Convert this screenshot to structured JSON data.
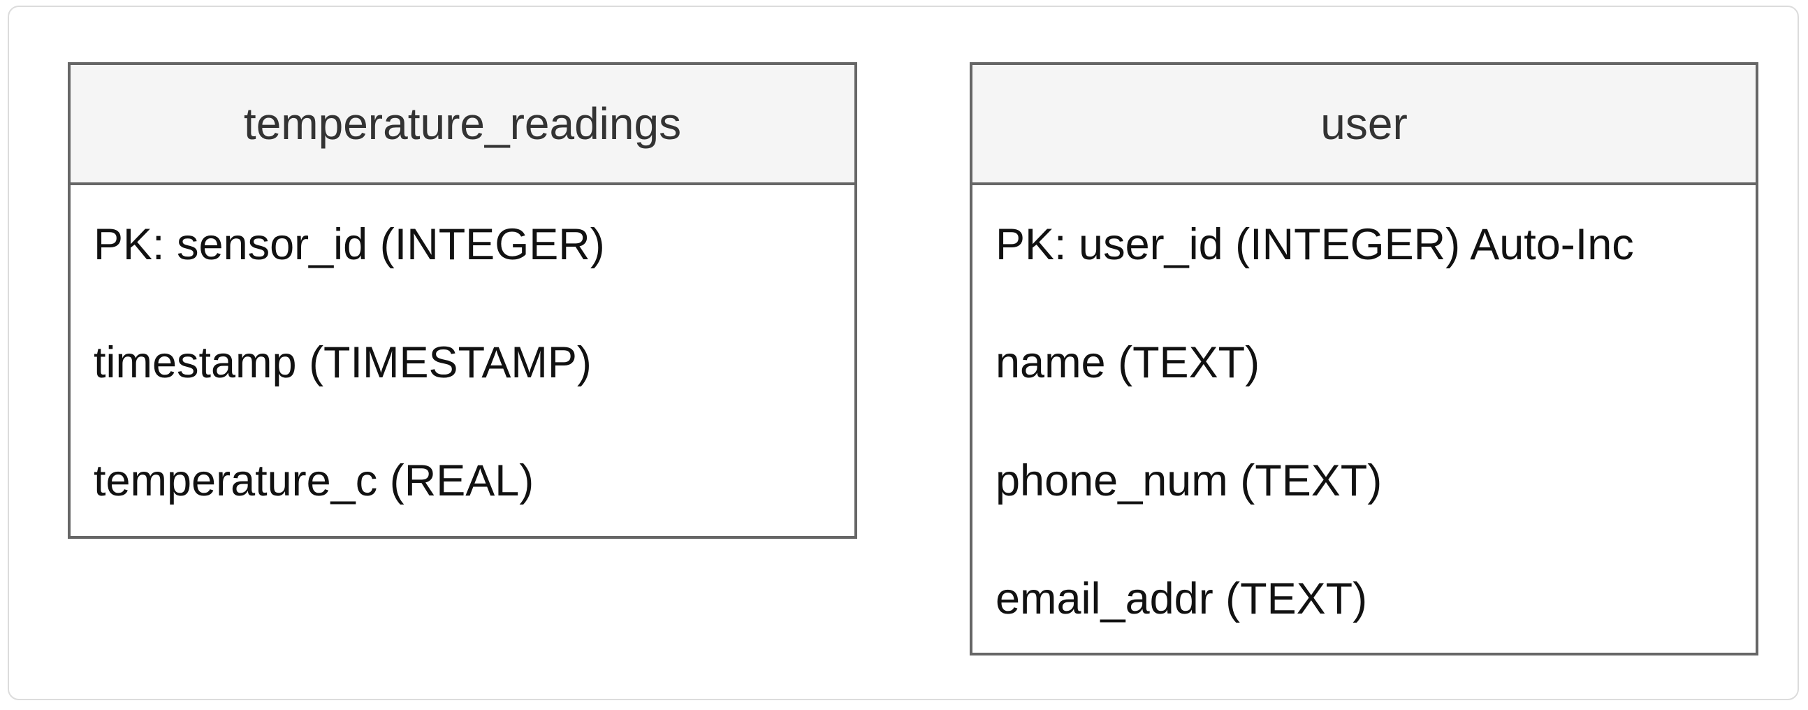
{
  "tables": [
    {
      "name": "temperature_readings",
      "fields": [
        "PK: sensor_id (INTEGER)",
        "timestamp (TIMESTAMP)",
        "temperature_c (REAL)"
      ]
    },
    {
      "name": "user",
      "fields": [
        "PK: user_id (INTEGER) Auto-Inc",
        "name (TEXT)",
        "phone_num (TEXT)",
        "email_addr (TEXT)"
      ]
    }
  ],
  "colors": {
    "border": "#666666",
    "header_fill": "#f5f5f5",
    "canvas_border": "#dcdcdc"
  }
}
